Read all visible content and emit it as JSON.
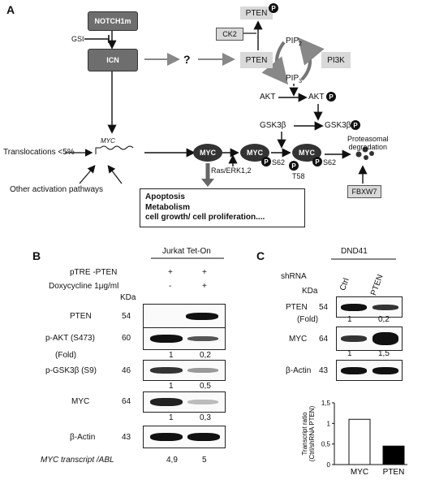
{
  "panels": {
    "a": "A",
    "b": "B",
    "c": "C"
  },
  "panel_a": {
    "notch1m": "NOTCH1m",
    "gsi": "GSI",
    "icn": "ICN",
    "question": "?",
    "pten_top": "PTEN",
    "pten_mid": "PTEN",
    "ck2": "CK2",
    "pi3k": "PI3K",
    "pip2": "PIP",
    "pip2_sub": "2",
    "pip3": "PIP",
    "pip3_sub": "3",
    "akt": "AKT",
    "akt_p": "AKT",
    "gsk3b": "GSK3β",
    "gsk3b_p": "GSK3β",
    "myc_gene": "MYC",
    "translocations": "Translocations <5%",
    "other_pathways": "Other activation pathways",
    "myc1": "MYC",
    "myc2": "MYC",
    "myc3": "MYC",
    "ras_erk": "Ras/ERK1,2",
    "s62a": "S62",
    "s62b": "S62",
    "t58": "T58",
    "p": "P",
    "proteasomal": "Proteasomal\ndegradation",
    "fbxw7": "FBXW7",
    "outcomes": [
      "Apoptosis",
      "Metabolism",
      "cell growth/ cell proliferation...."
    ]
  },
  "panel_b": {
    "cell_line": "Jurkat Tet-On",
    "row1_label": "pTRE -PTEN",
    "row1_values": [
      "+",
      "+"
    ],
    "row2_label": "Doxycycline  1μg/ml",
    "row2_values": [
      "-",
      "+"
    ],
    "kda": "KDa",
    "blots": [
      {
        "name": "PTEN",
        "kda": "54",
        "fold": [
          "",
          ""
        ]
      },
      {
        "name": "p-AKT (S473)",
        "kda": "60",
        "fold": [
          "1",
          "0,2"
        ]
      },
      {
        "name": "p-GSK3β (S9)",
        "kda": "46",
        "fold": [
          "1",
          "0,5"
        ]
      },
      {
        "name": "MYC",
        "kda": "64",
        "fold": [
          "1",
          "0,3"
        ]
      },
      {
        "name": "β-Actin",
        "kda": "43",
        "fold": [
          "",
          ""
        ]
      }
    ],
    "fold_label": "(Fold)",
    "transcript_label": "MYC transcript /ABL",
    "transcript_values": [
      "4,9",
      "5"
    ]
  },
  "panel_c": {
    "cell_line": "DND41",
    "shrna": "shRNA",
    "kda": "KDa",
    "lanes": [
      "Ctrl",
      "PTEN"
    ],
    "blots": [
      {
        "name": "PTEN",
        "kda": "54",
        "fold": [
          "1",
          "0,2"
        ]
      },
      {
        "name": "MYC",
        "kda": "64",
        "fold": [
          "1",
          "1,5"
        ]
      },
      {
        "name": "β-Actin",
        "kda": "43",
        "fold": [
          "",
          ""
        ]
      }
    ],
    "fold_label": "(Fold)"
  },
  "chart_data": {
    "type": "bar",
    "categories": [
      "MYC",
      "PTEN"
    ],
    "values": [
      1.1,
      0.45
    ],
    "colors": [
      "#ffffff",
      "#000000"
    ],
    "ylabel": "Transcript ratio\n(Ctrl/shRNA PTEN)",
    "yticks": [
      "0",
      "0,5",
      "1",
      "1,5"
    ],
    "ylim": [
      0,
      1.5
    ]
  }
}
